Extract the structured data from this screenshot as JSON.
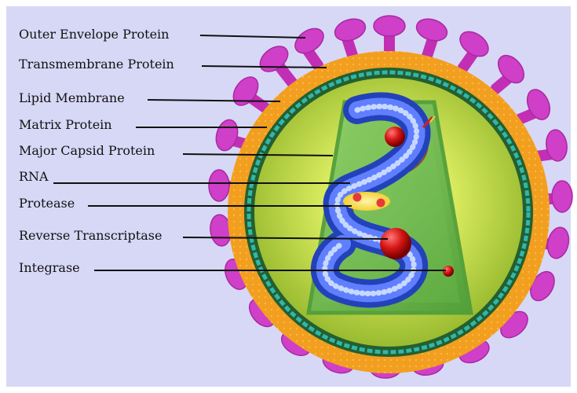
{
  "diagram": {
    "labels": [
      "Outer Envelope Protein",
      "Transmembrane Protein",
      "Lipid Membrane",
      "Matrix Protein",
      "Major Capsid Protein",
      "RNA",
      "Protease",
      "Reverse Transcriptase",
      "Integrase"
    ],
    "colors": {
      "background": "#d7d8f6",
      "spike_head": "#cf3fc8",
      "spike_stem": "#c22fb5",
      "lipid_membrane": "#f29e1f",
      "matrix_ring": "#2fb7ad",
      "interior": "#bfd63b",
      "capsid": "#62b14b",
      "rna": "#3b57d8",
      "enzyme_red": "#d21414",
      "protease_yellow": "#f6df37"
    }
  }
}
